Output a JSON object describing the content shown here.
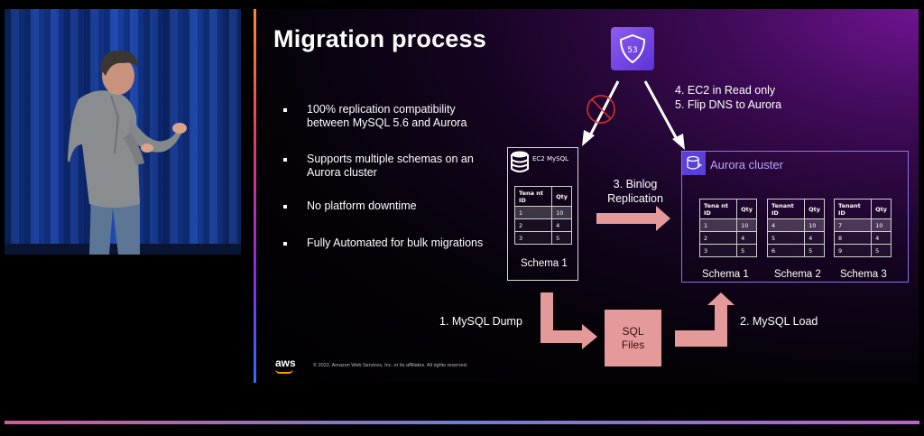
{
  "slide": {
    "title": "Migration process",
    "bullets": [
      "100% replication compatibility between MySQL 5.6 and Aurora",
      "Supports multiple schemas on an Aurora cluster",
      "No platform downtime",
      "Fully Automated for bulk migrations"
    ],
    "route53_icon_text": "53",
    "dns_steps": [
      "4. EC2 in Read only",
      "5. Flip DNS to Aurora"
    ],
    "binlog_label": [
      "3. Binlog",
      "Replication"
    ],
    "ec2": {
      "header": "EC2 MySQL",
      "schema_label": "Schema 1",
      "table": {
        "headers": [
          "Tena nt ID",
          "Qty"
        ],
        "rows": [
          [
            "1",
            "10"
          ],
          [
            "2",
            "4"
          ],
          [
            "3",
            "5"
          ]
        ]
      }
    },
    "aurora": {
      "header": "Aurora cluster",
      "schemas": [
        {
          "label": "Schema 1",
          "headers": [
            "Tena nt ID",
            "Qty"
          ],
          "rows": [
            [
              "1",
              "10"
            ],
            [
              "2",
              "4"
            ],
            [
              "3",
              "5"
            ]
          ]
        },
        {
          "label": "Schema 2",
          "headers": [
            "Tenant ID",
            "Qty"
          ],
          "rows": [
            [
              "4",
              "10"
            ],
            [
              "5",
              "4"
            ],
            [
              "6",
              "5"
            ]
          ]
        },
        {
          "label": "Schema 3",
          "headers": [
            "Tenant ID",
            "Qty"
          ],
          "rows": [
            [
              "7",
              "10"
            ],
            [
              "8",
              "4"
            ],
            [
              "9",
              "5"
            ]
          ]
        }
      ]
    },
    "dump_label": "1. MySQL Dump",
    "load_label": "2. MySQL Load",
    "sql_files": [
      "SQL",
      "Files"
    ],
    "aws_logo": "aws",
    "copyright": "© 2022, Amazon Web Services, Inc. or its affiliates. All rights reserved."
  },
  "colors": {
    "arrow_fill": "#e59a9a",
    "aurora_border": "#8a74e8",
    "aurora_text": "#b9a6ff",
    "route53": "#7a4ee8",
    "blocked": "#e03030"
  },
  "icons": [
    "route53-shield-icon",
    "database-icon",
    "aurora-cluster-icon",
    "blocked-icon",
    "aws-logo"
  ]
}
